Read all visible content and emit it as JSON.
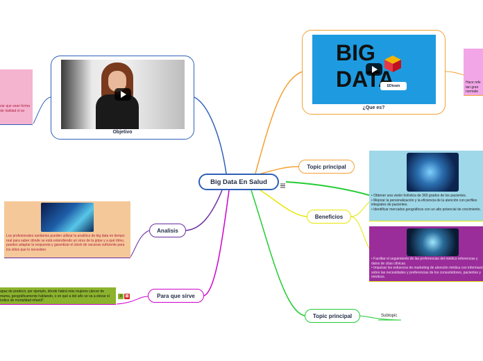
{
  "central": {
    "label": "Big Data En Salud"
  },
  "topics": {
    "que_es": {
      "label": "¿Que es?",
      "video": {
        "line1": "BIG",
        "line2": "DATA",
        "brand": "EDteam"
      }
    },
    "objetivo": {
      "label": "Objetivo"
    },
    "topic_principal_1": {
      "label": "Topic principal"
    },
    "beneficios": {
      "label": "Beneficios"
    },
    "analisis": {
      "label": "Analisis"
    },
    "para_que_sirve": {
      "label": "Para que sirve"
    },
    "topic_principal_2": {
      "label": "Topic principal",
      "subtopic": "Subtopic"
    }
  },
  "notes": {
    "que_es_note": "Hace refe tan gran normale",
    "objetivo_note": "zar que sean forma de rtalidad el so",
    "beneficios_1": "•      Obtener una visión holística de 360 grados de los pacientes.\n•      Mejorar la personalización y la eficiencia de la atención con perfiles integrales de pacientes.\n•      Identificar mercados geográficos con un alto potencial de crecimiento.",
    "beneficios_2": "•      Facilitar el seguimiento de las preferencias del médico referencias y datos de citas clínicas.\n•      Impulsar los esfuerzos de marketing de atención médica con información sobre las necesidades y preferencias de los consumidores, pacientes y médicos.",
    "analisis_note": "Los profesionales sanitarios pueden utilizar la  analítica de big data en tiempo real para saber dónde se está extendiendo un virus de la gripe y a qué ritmo, pueden adaptar la respuesta y garantizar el stock de vacunas suficiente para los sitios que lo necesiten.",
    "para_que_note": "apaz de predecir, por ejemplo, dónde habrá más mujeres cáncer de mama, geográficamente hablando, o en qué a del año se va a elevar el índice de mortalidad infantil\"."
  },
  "colors": {
    "central_border": "#2d5fb8",
    "que_es": "#f4a030",
    "objetivo": "#2d5fb8",
    "topic_principal_1": "#f4a030",
    "beneficios": "#e6e600",
    "analisis": "#6a2a9e",
    "para_que_sirve": "#cc00cc",
    "topic_principal_2": "#22cc33",
    "note_pink": "#f4b3cf",
    "note_orange": "#f5c89a",
    "note_lightblue": "#9fd8e8",
    "note_purple": "#9b2d9b",
    "note_green": "#8cb32d",
    "note_magenta_right": "#f2a6e8"
  },
  "icons": {
    "notes_icon": "notes-icon",
    "attachment_icon": "attachment-icon"
  }
}
